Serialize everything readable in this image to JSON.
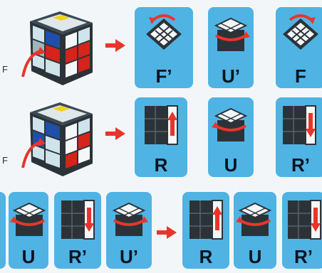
{
  "row1": {
    "face_label": "F",
    "moves": [
      {
        "label": "F’",
        "icon": "rotate-top-face-icon"
      },
      {
        "label": "U’",
        "icon": "rotate-top-layer-icon"
      },
      {
        "label": "F",
        "icon": "rotate-top-face-icon"
      }
    ]
  },
  "row2": {
    "face_label": "F",
    "moves": [
      {
        "label": "R",
        "icon": "right-column-up-icon"
      },
      {
        "label": "U",
        "icon": "rotate-top-layer-icon"
      },
      {
        "label": "R’",
        "icon": "right-column-down-icon"
      }
    ]
  },
  "row3": {
    "moves_left": [
      {
        "label": "U",
        "icon": "rotate-top-layer-icon"
      },
      {
        "label": "R’",
        "icon": "right-column-down-icon"
      },
      {
        "label": "U’",
        "icon": "rotate-top-layer-icon"
      }
    ],
    "moves_right": [
      {
        "label": "R",
        "icon": "right-column-up-icon"
      },
      {
        "label": "U",
        "icon": "rotate-top-layer-icon"
      },
      {
        "label": "R’",
        "icon": "right-column-down-icon"
      }
    ]
  },
  "colors": {
    "card_bg": "#4fb3e4",
    "arrow_red": "#e8352b",
    "cube_dark": "#2c3338",
    "sticker_white": "#f4f7f8",
    "sticker_red": "#d4241c",
    "sticker_blue": "#1f4fa8",
    "sticker_yellow": "#f2d21b"
  }
}
